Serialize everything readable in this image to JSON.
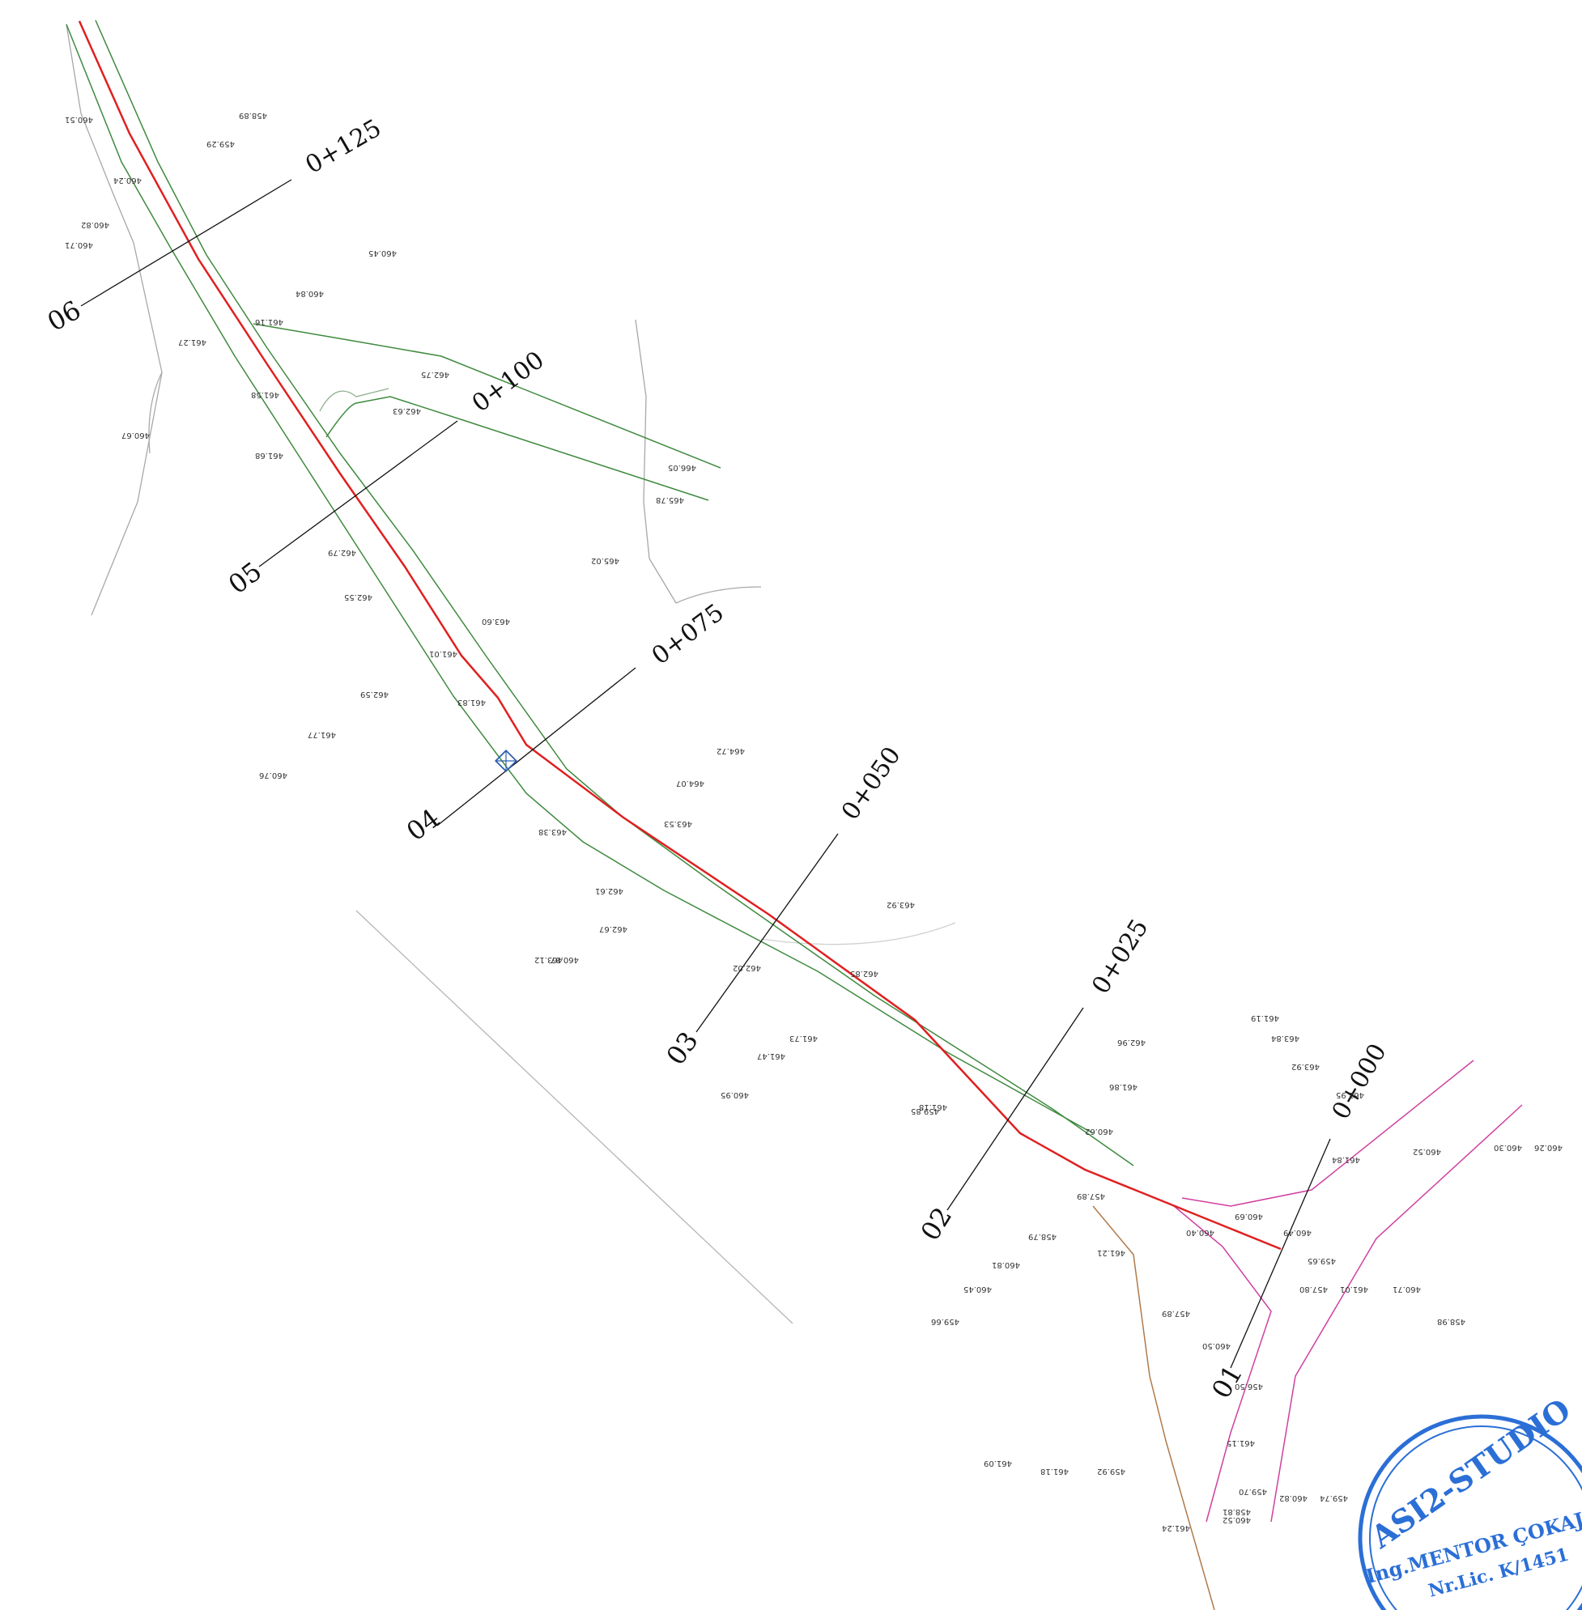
{
  "stations": [
    {
      "profile": "01",
      "chainage": "0+000"
    },
    {
      "profile": "02",
      "chainage": "0+025"
    },
    {
      "profile": "03",
      "chainage": "0+050"
    },
    {
      "profile": "04",
      "chainage": "0+075"
    },
    {
      "profile": "05",
      "chainage": "0+100"
    },
    {
      "profile": "06",
      "chainage": "0+125"
    }
  ],
  "elevations": [
    "458.89",
    "459.29",
    "460.24",
    "460.51",
    "460.71",
    "460.82",
    "460.45",
    "460.84",
    "461.16",
    "461.27",
    "461.58",
    "462.75",
    "462.63",
    "466.05",
    "465.78",
    "460.67",
    "461.68",
    "462.79",
    "462.55",
    "465.02",
    "463.60",
    "461.01",
    "462.59",
    "461.77",
    "460.76",
    "461.83",
    "464.72",
    "464.07",
    "463.53",
    "463.38",
    "462.61",
    "462.67",
    "463.12",
    "460.87",
    "462.02",
    "463.92",
    "462.85",
    "461.73",
    "461.47",
    "460.95",
    "459.85",
    "461.18",
    "461.19",
    "463.84",
    "462.96",
    "463.92",
    "461.86",
    "462.95",
    "460.62",
    "461.84",
    "460.52",
    "460.30",
    "460.26",
    "457.89",
    "458.79",
    "460.81",
    "460.45",
    "459.66",
    "459.65",
    "457.80",
    "461.01",
    "460.71",
    "458.98",
    "460.50",
    "457.89",
    "456.50",
    "461.15",
    "461.09",
    "461.18",
    "459.92",
    "459.70",
    "460.52",
    "460.82",
    "459.74",
    "458.81",
    "461.24",
    "461.21",
    "460.40",
    "460.69",
    "460.49"
  ],
  "stamp": {
    "company": "ASI2-STUDIO",
    "engineer": "Ing.MENTOR ÇOKAJ",
    "license": "Nr.Lic. K/1451"
  },
  "colors": {
    "axis": "#e02020",
    "road_edge": "#3f8a3f",
    "terrain": "#9a9a9a",
    "stream": "#d040a0",
    "path": "#b07a4a",
    "stamp": "#2b6fd6"
  }
}
